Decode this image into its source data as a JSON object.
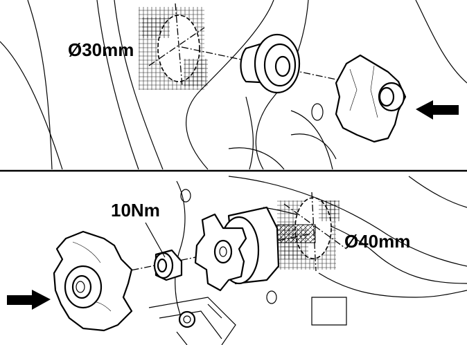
{
  "labels": {
    "top_diameter": "Ø30mm",
    "torque": "10Nm",
    "bottom_diameter": "Ø40mm"
  },
  "colors": {
    "ink": "#000000",
    "paper": "#ffffff"
  },
  "icons": {
    "top_arrow": "arrow-left-icon",
    "bottom_arrow": "arrow-right-icon"
  }
}
